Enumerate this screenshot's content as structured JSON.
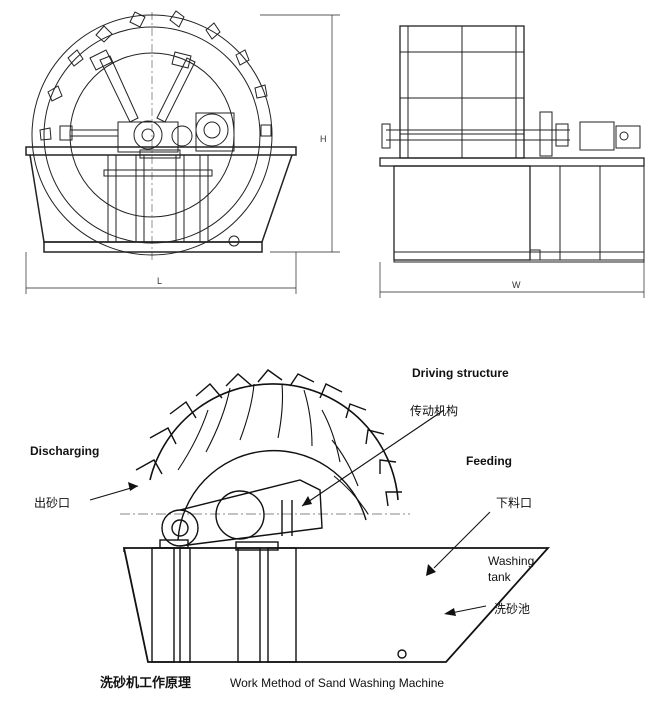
{
  "top_drawings": {
    "front_view": {
      "dim_width": "L",
      "dim_height": "H"
    },
    "side_view": {
      "dim_width": "W"
    }
  },
  "principle_diagram": {
    "labels": {
      "driving_structure_en": "Driving structure",
      "driving_structure_cn": "传动机构",
      "discharging_en": "Discharging",
      "discharging_cn": "出砂口",
      "feeding_en": "Feeding",
      "feeding_cn": "下料口",
      "washing_tank_line1": "Washing",
      "washing_tank_line2": "tank",
      "washing_tank_cn": "洗砂池"
    },
    "caption_cn": "洗砂机工作原理",
    "caption_en": "Work Method of Sand Washing Machine"
  }
}
